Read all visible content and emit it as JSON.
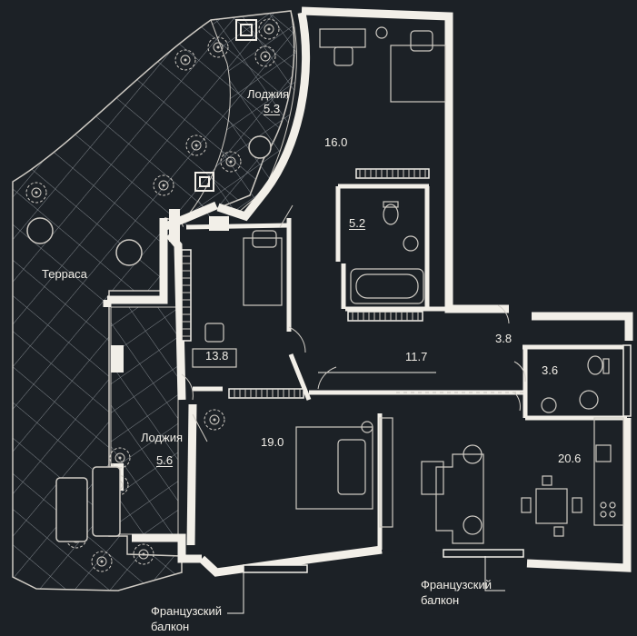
{
  "colors": {
    "background": "#1c2126",
    "wall": "#f2efe8",
    "line": "#cfcbc4",
    "hatch": "#8a8f94"
  },
  "rooms": [
    {
      "id": "bedroom_top",
      "area": "16.0"
    },
    {
      "id": "bath_top",
      "area": "5.2"
    },
    {
      "id": "bedroom_mid",
      "area": "13.8"
    },
    {
      "id": "hall",
      "area": "11.7"
    },
    {
      "id": "closet",
      "area": "3.8"
    },
    {
      "id": "wc",
      "area": "3.6"
    },
    {
      "id": "bedroom_low",
      "area": "19.0"
    },
    {
      "id": "kitchen_living",
      "area": "20.6"
    }
  ],
  "outdoor": {
    "terrace_label": "Терраса",
    "loggia_top_label": "Лоджия",
    "loggia_top_area": "5.3",
    "loggia_left_label": "Лоджия",
    "loggia_left_area": "5.6"
  },
  "callouts": [
    {
      "id": "french_balcony_left",
      "line1": "Французский",
      "line2": "балкон"
    },
    {
      "id": "french_balcony_right",
      "line1": "Французский",
      "line2": "балкон"
    }
  ],
  "icons": [
    "plant-icon",
    "chair-icon",
    "bed-icon",
    "desk-icon",
    "bathtub-icon",
    "toilet-icon",
    "sink-icon",
    "sofa-icon",
    "dining-table-icon",
    "stove-icon",
    "wardrobe-icon",
    "lounger-icon"
  ]
}
